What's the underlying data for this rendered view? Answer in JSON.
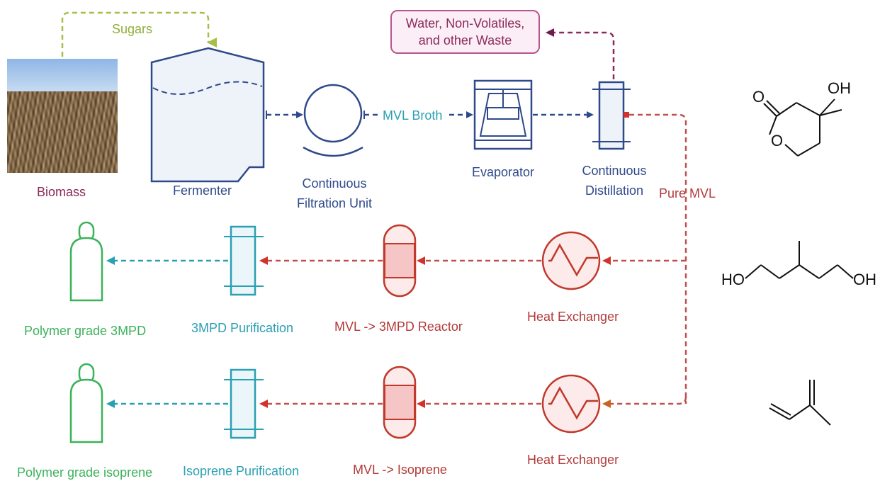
{
  "labels": {
    "sugars": "Sugars",
    "biomass": "Biomass",
    "fermenter": "Fermenter",
    "filtration_line1": "Continuous",
    "filtration_line2": "Filtration Unit",
    "mvl_broth": "MVL Broth",
    "evaporator": "Evaporator",
    "distillation_line1": "Continuous",
    "distillation_line2": "Distillation",
    "pure_mvl": "Pure MVL",
    "waste_line1": "Water, Non-Volatiles,",
    "waste_line2": "and other Waste",
    "heat_exchanger_1": "Heat Exchanger",
    "heat_exchanger_2": "Heat Exchanger",
    "reactor_3mpd": "MVL -> 3MPD Reactor",
    "reactor_isoprene": "MVL -> Isoprene",
    "purification_3mpd": "3MPD Purification",
    "purification_isoprene": "Isoprene Purification",
    "product_3mpd": "Polymer grade 3MPD",
    "product_isoprene": "Polymer grade isoprene"
  },
  "structures": {
    "mvl": {
      "atoms": [
        "O",
        "OH",
        "O"
      ]
    },
    "mpd": {
      "atoms": [
        "HO",
        "OH"
      ]
    },
    "isoprene": {
      "atoms": []
    }
  },
  "colors": {
    "upstream_blue": "#2f4a8a",
    "purification_teal": "#2aa0b3",
    "reaction_red": "#c0392b",
    "product_green": "#3bb25a",
    "sugars_olive": "#a3bf4a",
    "waste_purple": "#8b2a5a"
  }
}
